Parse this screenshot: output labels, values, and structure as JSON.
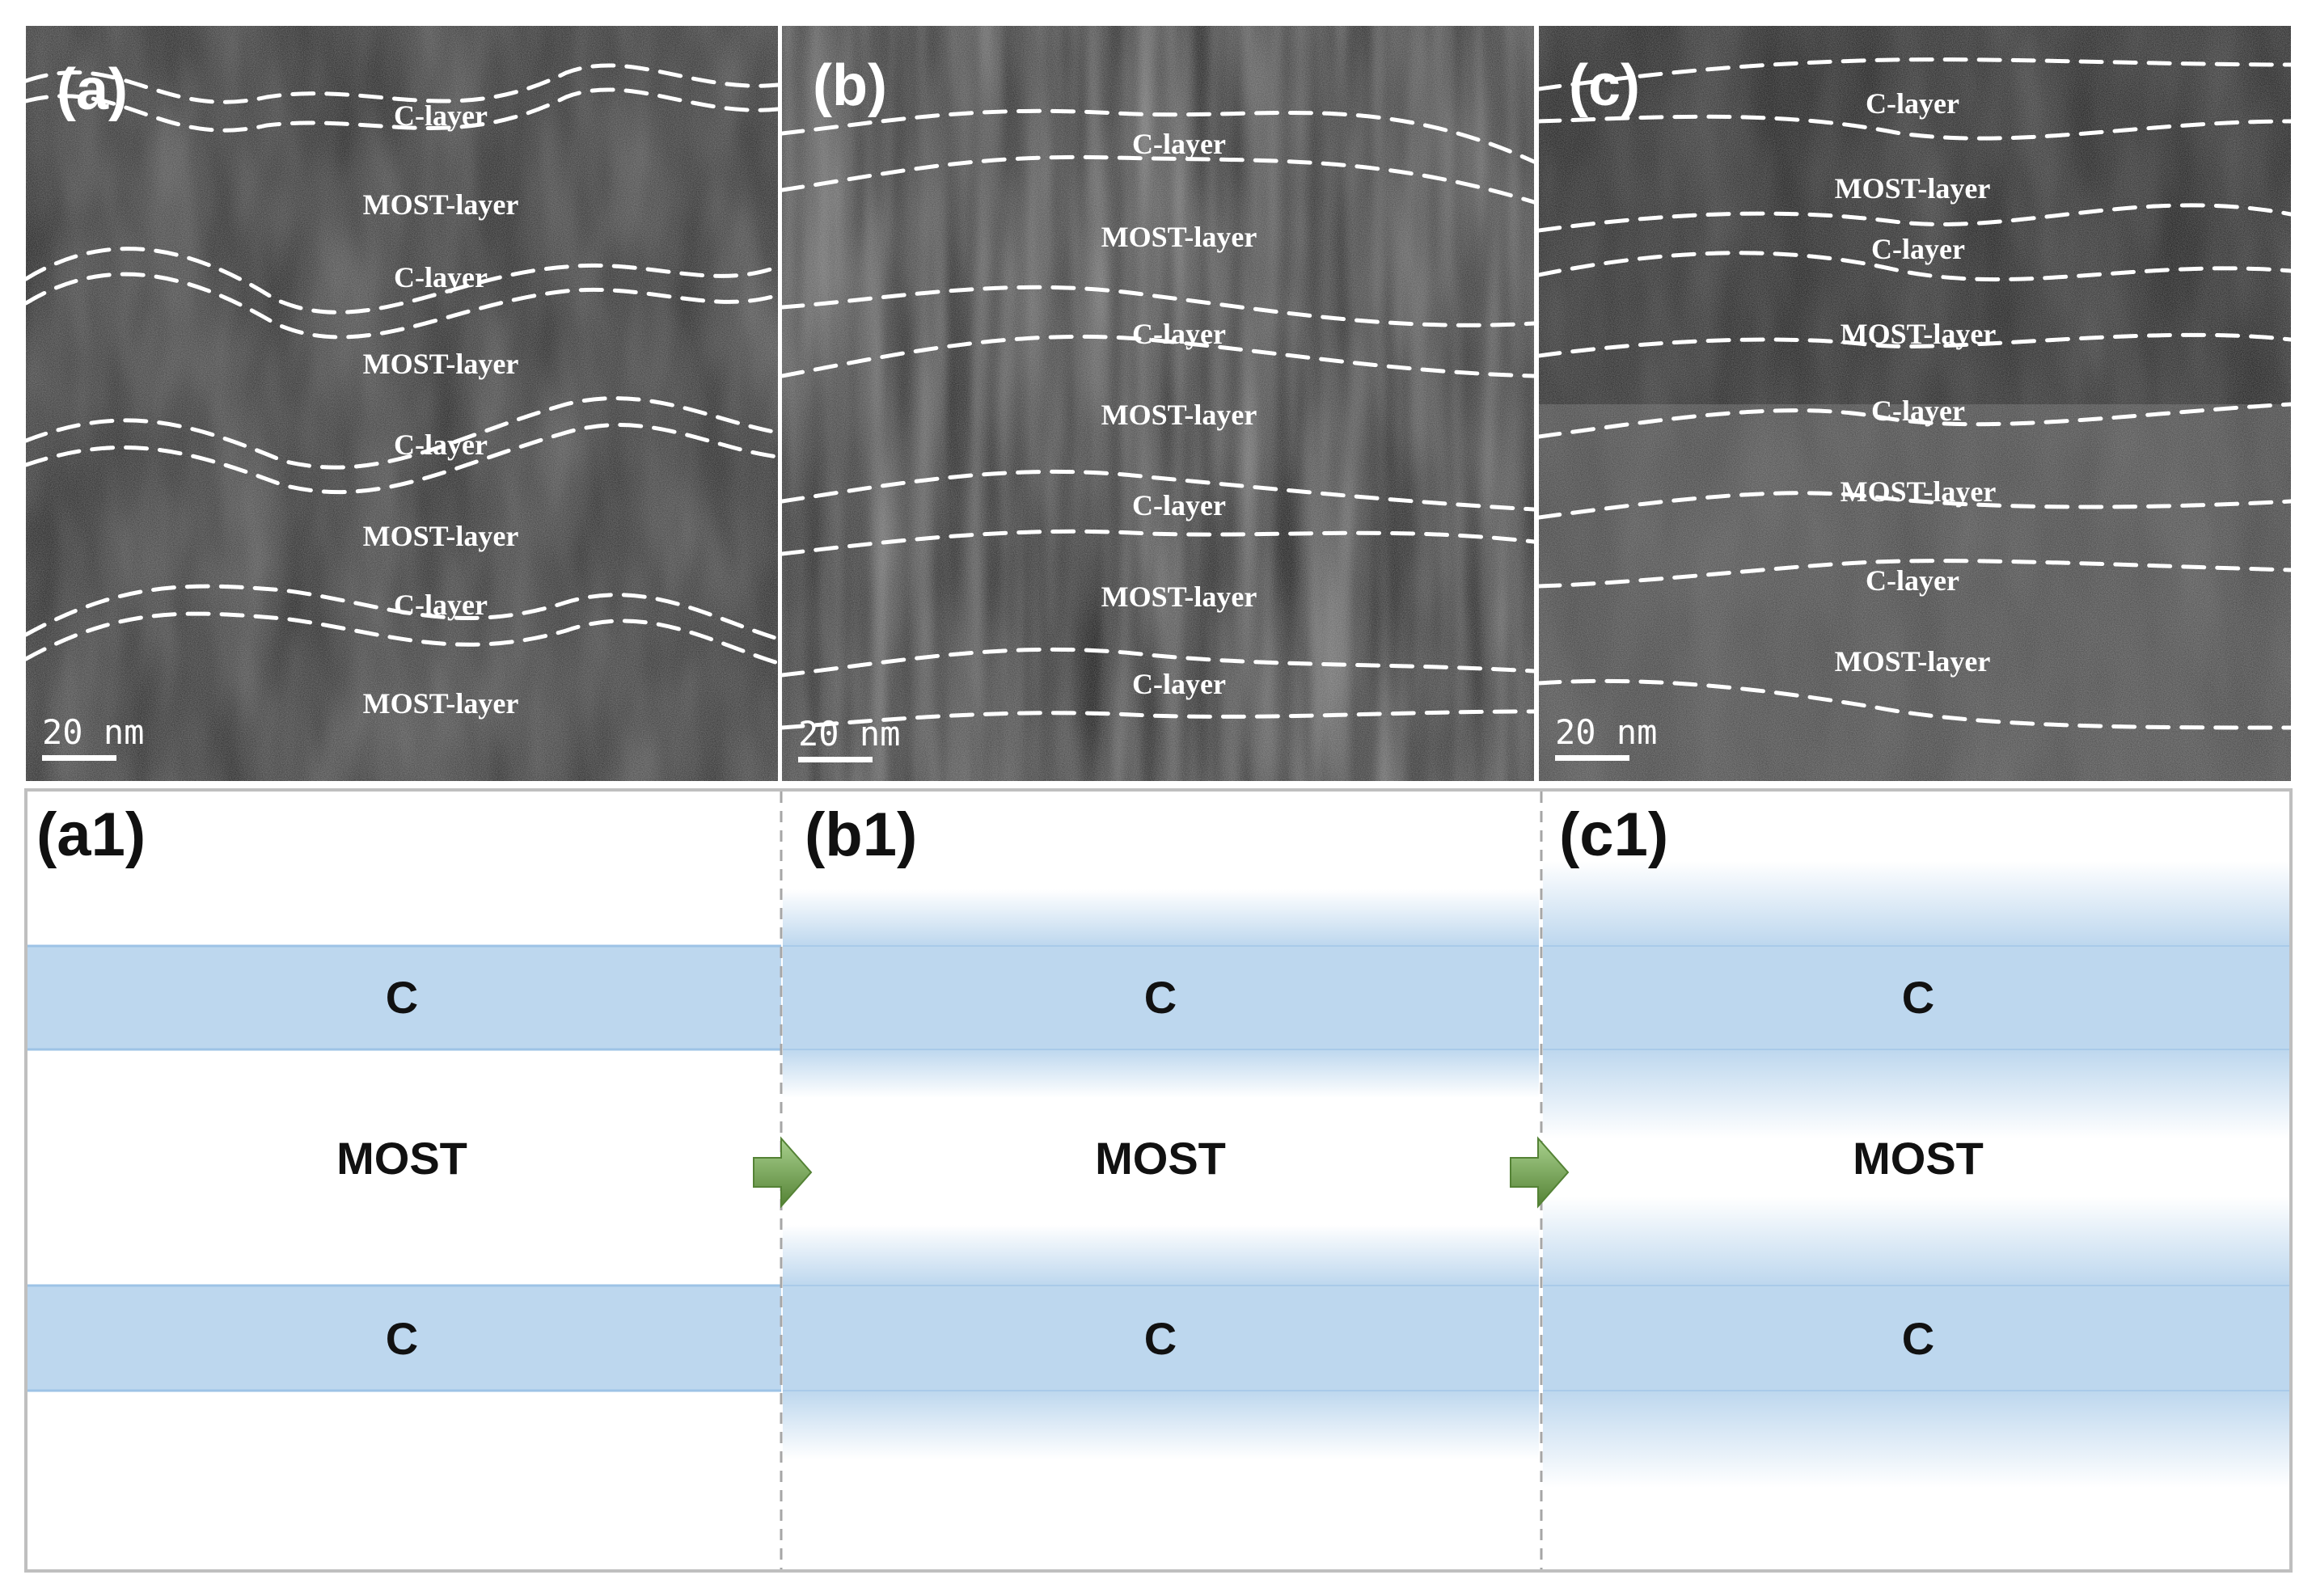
{
  "em_panels": [
    {
      "label": "(a)",
      "scale_bar": "20 nm",
      "layers": [
        "C-layer",
        "MOST-layer",
        "C-layer",
        "MOST-layer",
        "C-layer",
        "MOST-layer",
        "C-layer",
        "MOST-layer"
      ]
    },
    {
      "label": "(b)",
      "scale_bar": "20 nm",
      "layers": [
        "C-layer",
        "MOST-layer",
        "C-layer",
        "MOST-layer",
        "C-layer",
        "MOST-layer",
        "C-layer"
      ]
    },
    {
      "label": "(c)",
      "scale_bar": "20 nm",
      "layers": [
        "C-layer",
        "MOST-layer",
        "C-layer",
        "MOST-layer",
        "C-layer",
        "MOST-layer",
        "C-layer",
        "MOST-layer"
      ]
    }
  ],
  "schematic_panels": [
    {
      "label": "(a1)",
      "top_layer": "C",
      "middle_layer": "MOST",
      "bottom_layer": "C"
    },
    {
      "label": "(b1)",
      "top_layer": "C",
      "middle_layer": "MOST",
      "bottom_layer": "C"
    },
    {
      "label": "(c1)",
      "top_layer": "C",
      "middle_layer": "MOST",
      "bottom_layer": "C"
    }
  ],
  "colors": {
    "c_layer_fill": "#bdd7ee",
    "c_layer_edge": "#9dc3e6",
    "arrow": "#70ad47",
    "em_background": "#4a4a4a",
    "boundary_line": "#ffffff"
  }
}
